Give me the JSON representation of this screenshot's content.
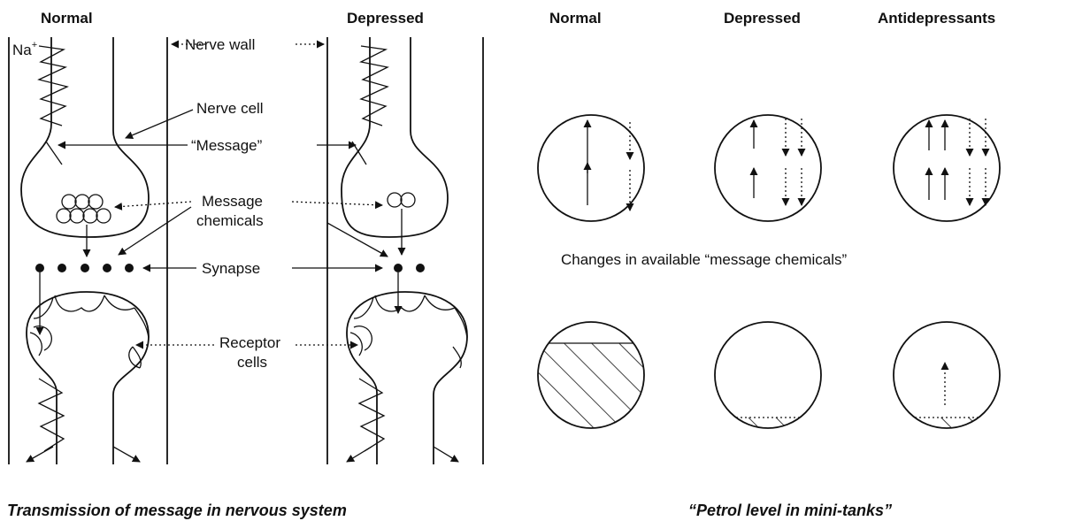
{
  "left_diagram": {
    "header_normal": "Normal",
    "header_depressed": "Depressed",
    "ion_label": "Na",
    "ion_superscript": "+",
    "labels": {
      "nerve_wall": "Nerve wall",
      "nerve_cell": "Nerve cell",
      "message": "“Message”",
      "message_chemicals_1": "Message",
      "message_chemicals_2": "chemicals",
      "synapse": "Synapse",
      "receptor_1": "Receptor",
      "receptor_2": "cells"
    },
    "caption": "Transmission of message in nervous system"
  },
  "right_diagram": {
    "headers": [
      "Normal",
      "Depressed",
      "Antidepressants"
    ],
    "middle_caption": "Changes in available “message chemicals”",
    "caption": "“Petrol level in mini-tanks”",
    "tank_levels": [
      0.8,
      0.1,
      0.1
    ]
  }
}
